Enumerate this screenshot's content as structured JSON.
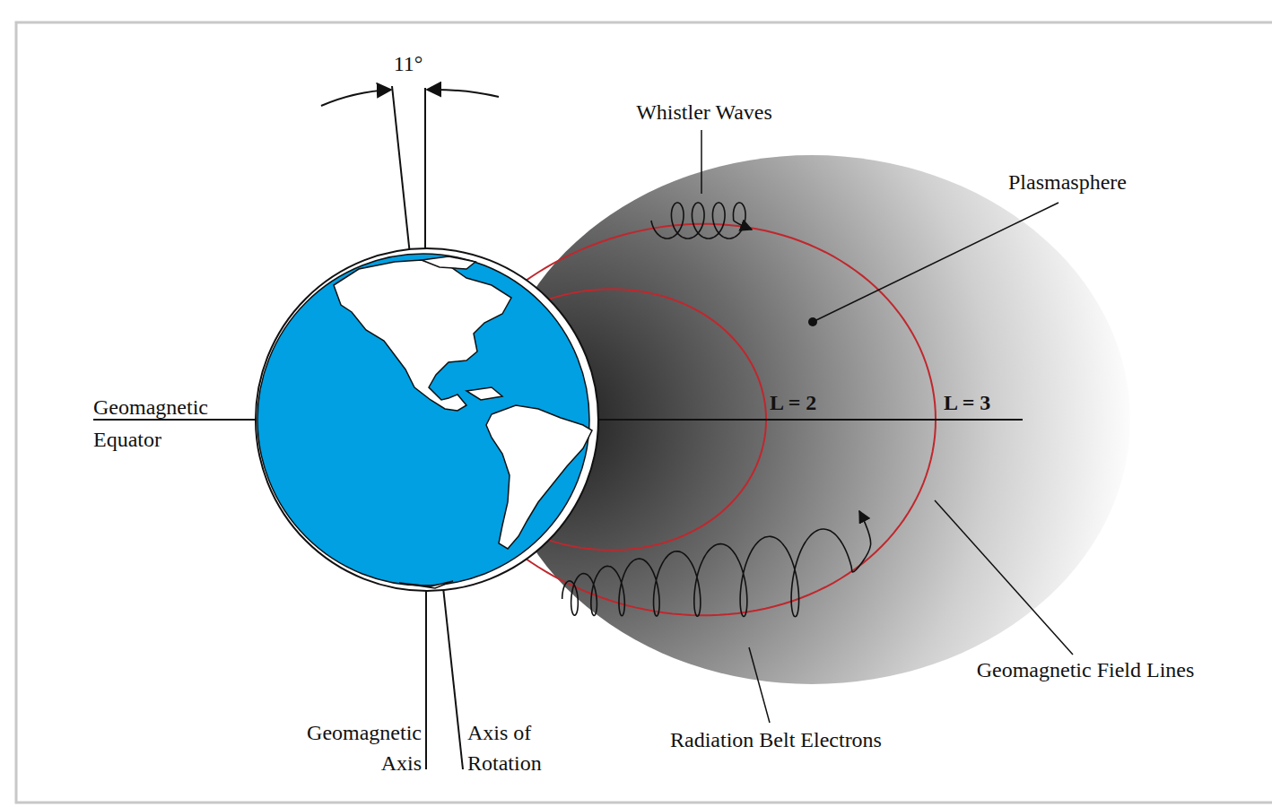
{
  "diagram": {
    "labels": [
      "11°",
      "Whistler Waves",
      "Plasmasphere",
      "Geomagnetic Equator",
      "L = 2",
      "L = 3",
      "Geomagnetic Field Lines",
      "Radiation Belt Electrons",
      "Geomagnetic Axis",
      "Axis of Rotation"
    ]
  }
}
